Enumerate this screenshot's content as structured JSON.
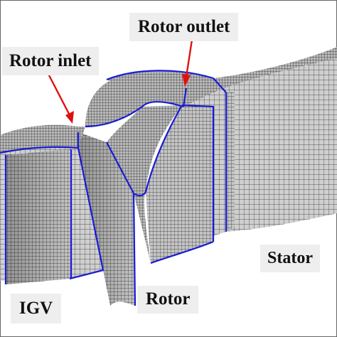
{
  "labels": {
    "rotor_outlet": "Rotor outlet",
    "rotor_inlet": "Rotor inlet",
    "stator": "Stator",
    "igv": "IGV",
    "rotor": "Rotor"
  },
  "colors": {
    "background": "#ffffff",
    "mesh_face": "#b9b9b9",
    "mesh_line": "#2a2a2a",
    "edge_outline": "#1a1ad6",
    "arrow": "#e01010",
    "label_bg": "#eeeeee"
  }
}
